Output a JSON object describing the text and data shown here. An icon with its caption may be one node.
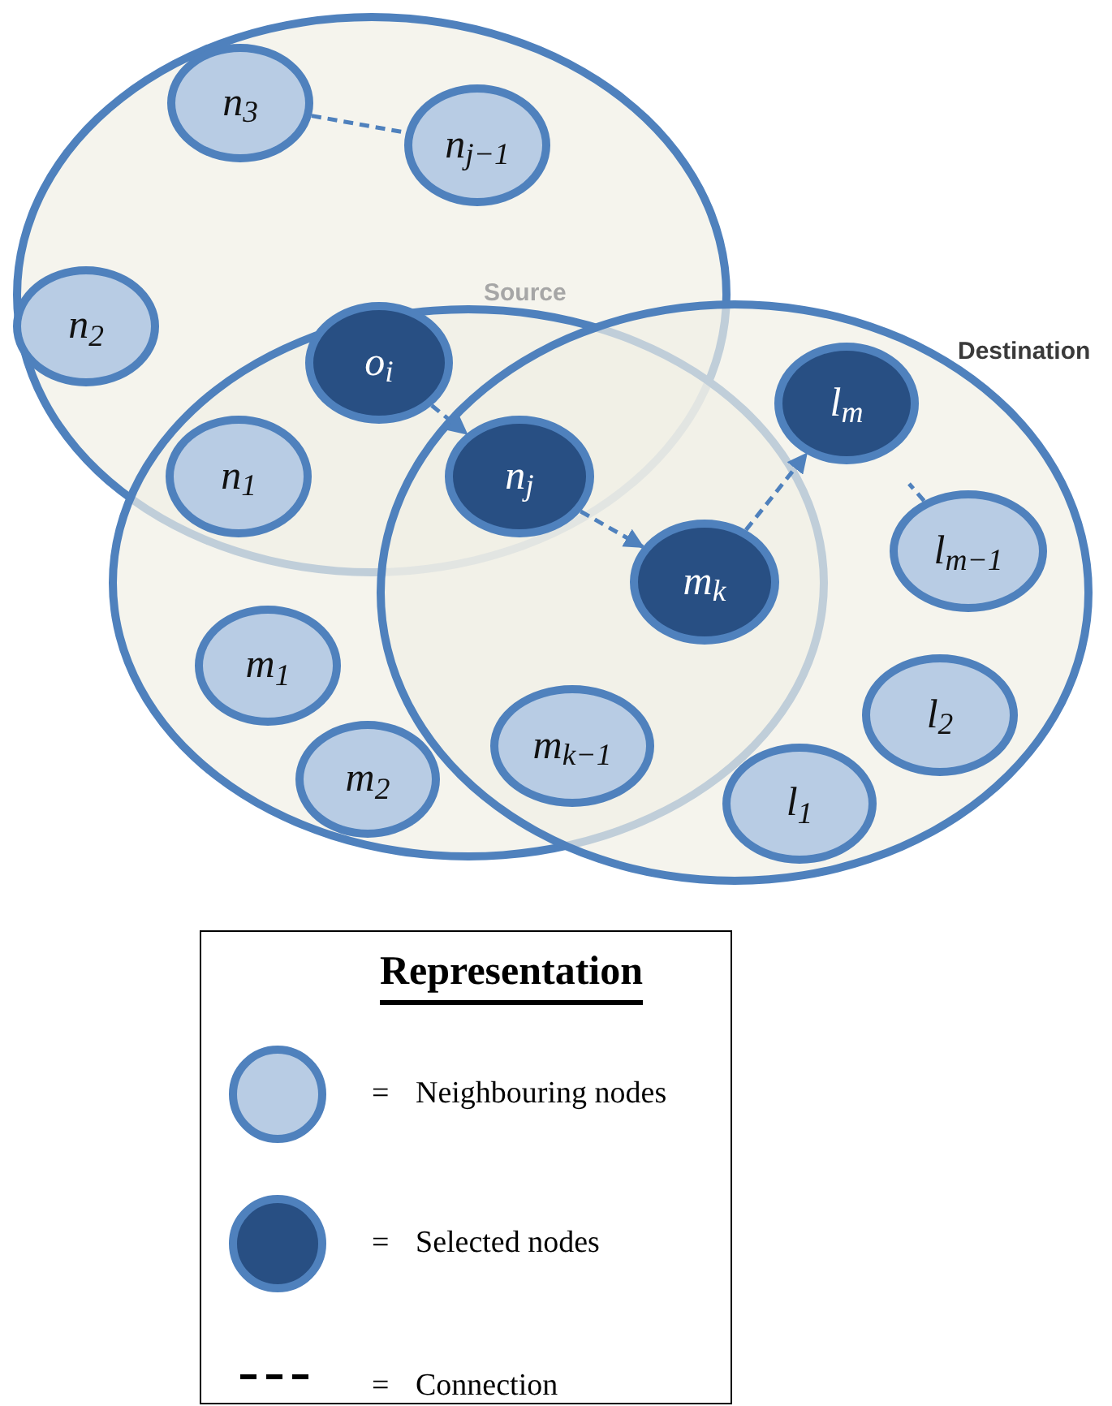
{
  "diagram": {
    "nodes": [
      {
        "text": [
          "Source"
        ]
      },
      {
        "text": [
          "n$_{3}$"
        ],
        "in": 0
      },
      {
        "text": [
          "n$_{j−1}$"
        ],
        "in": 0
      },
      {
        "text": [
          "n$_{2}$"
        ],
        "in": 0
      },
      {
        "text": [],
        "shape": "circle"
      },
      {
        "text": [
          "o$_{i}$"
        ]
      },
      {
        "text": [
          "n$_{1}$"
        ]
      },
      {
        "text": [
          "Destination"
        ]
      },
      {
        "text": [
          "n$_{j}$"
        ]
      },
      {
        "text": [
          "l$_{m}$"
        ],
        "in": 7
      },
      {
        "text": [
          "l$_{m−1}$"
        ],
        "in": 7
      },
      {
        "text": [
          "m$_{k}$"
        ]
      },
      {
        "text": [
          "m$_{1}$"
        ],
        "in": 4
      },
      {
        "text": [
          "m$_{2}$"
        ],
        "in": 4
      },
      {
        "text": [
          "m$_{k−1}$"
        ]
      },
      {
        "text": [
          "l$_{2}$"
        ],
        "in": 7
      },
      {
        "text": [
          "l$_{1}$"
        ],
        "in": 7
      }
    ],
    "edges": [
      {
        "from": 1,
        "to": 2,
        "arrow": "none",
        "style": "dashed"
      },
      {
        "from": 5,
        "to": 8,
        "arrow": "to",
        "style": "dashed"
      },
      {
        "from": 8,
        "to": 11,
        "arrow": "to",
        "style": "dashed"
      },
      {
        "from": 11,
        "to": 9,
        "arrow": "to",
        "style": "dashed"
      },
      {
        "from": 10,
        "to": null,
        "arrow": "none",
        "style": "dashed"
      }
    ],
    "labels": [
      "Representation",
      "=",
      "=",
      "="
    ],
    "legend": [
      {
        "text": "Neighbouring nodes"
      },
      {
        "text": "Selected nodes"
      },
      {
        "text": "Connection"
      }
    ]
  }
}
